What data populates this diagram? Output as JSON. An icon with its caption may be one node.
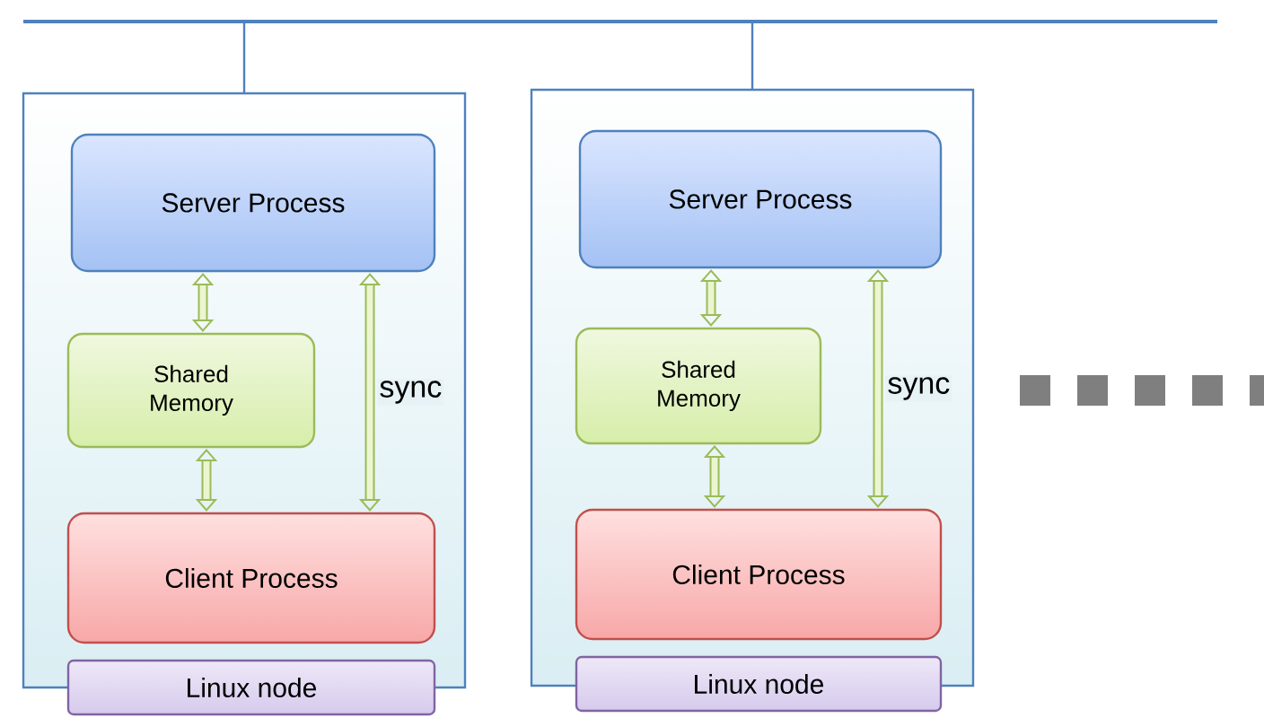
{
  "diagram": {
    "nodes": [
      {
        "text": [],
        "shape": "bar"
      },
      {
        "text": [],
        "shape": "box"
      },
      {
        "text": [
          "Server Process"
        ],
        "in": 1
      },
      {
        "text": [
          "Shared Memory"
        ],
        "in": 1
      },
      {
        "text": [
          "Client Process"
        ],
        "in": 1
      },
      {
        "text": [
          "Linux node"
        ]
      },
      {
        "text": [],
        "shape": "box"
      },
      {
        "text": [
          "Server Process"
        ],
        "in": 6
      },
      {
        "text": [
          "Shared Memory"
        ],
        "in": 6
      },
      {
        "text": [
          "Client Process"
        ],
        "in": 6
      },
      {
        "text": [
          "Linux node"
        ]
      }
    ],
    "edges": [
      {
        "from": 0,
        "to": 1,
        "arrow": "none",
        "color": "#4f81bd"
      },
      {
        "from": 0,
        "to": 6,
        "arrow": "none",
        "color": "#4f81bd"
      },
      {
        "from": 2,
        "to": 3,
        "arrow": "both"
      },
      {
        "from": 3,
        "to": 4,
        "arrow": "both"
      },
      {
        "from": 2,
        "to": 4,
        "arrow": "both",
        "label": "sync"
      },
      {
        "from": 7,
        "to": 8,
        "arrow": "both"
      },
      {
        "from": 8,
        "to": 9,
        "arrow": "both"
      },
      {
        "from": 7,
        "to": 9,
        "arrow": "both",
        "label": "sync"
      }
    ]
  }
}
